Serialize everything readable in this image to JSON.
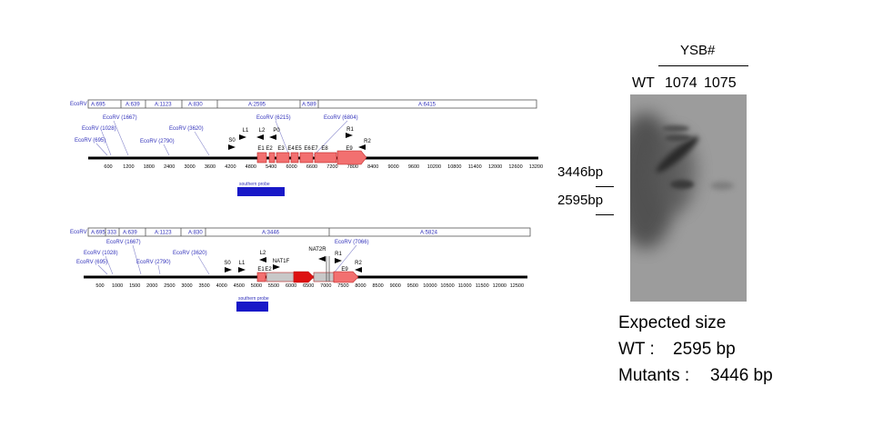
{
  "restriction_enzyme": "EcoRV",
  "wt_map": {
    "fragments": [
      "A:695",
      "A:639",
      "A:1123",
      "A:830",
      "A:2595",
      "A:589",
      "A:6415"
    ],
    "sites": [
      "EcoRV (1667)",
      "EcoRV (1028)",
      "EcoRV (695)",
      "EcoRV (2790)",
      "EcoRV (3620)",
      "EcoRV (6215)",
      "EcoRV (6804)"
    ],
    "features": [
      "S0",
      "L1",
      "L2",
      "P0",
      "E1",
      "E2",
      "E3",
      "E4",
      "E5",
      "E6",
      "E7",
      "E8",
      "E9",
      "R1",
      "R2"
    ],
    "scale": [
      "600",
      "1200",
      "1800",
      "2400",
      "3000",
      "3600",
      "4200",
      "4800",
      "5400",
      "6000",
      "6600",
      "7200",
      "7800",
      "8400",
      "9000",
      "9600",
      "10200",
      "10800",
      "11400",
      "12000",
      "12600",
      "13200"
    ],
    "probe": "southern probe"
  },
  "mut_map": {
    "fragments": [
      "A:695",
      "333",
      "A:639",
      "A:1123",
      "A:830",
      "A:3446",
      "A:5824"
    ],
    "sites": [
      "EcoRV (1667)",
      "EcoRV (1028)",
      "EcoRV (695)",
      "EcoRV (2790)",
      "EcoRV (3620)",
      "EcoRV (7066)"
    ],
    "features": [
      "L2",
      "S0",
      "L1",
      "NAT1F",
      "E1",
      "E2",
      "NAT2R",
      "R1",
      "E9",
      "R2"
    ],
    "scale": [
      "500",
      "1000",
      "1500",
      "2000",
      "2500",
      "3000",
      "3500",
      "4000",
      "4500",
      "5000",
      "5500",
      "6000",
      "6500",
      "7000",
      "7500",
      "8000",
      "8500",
      "9000",
      "9500",
      "10000",
      "10500",
      "11000",
      "11500",
      "12000",
      "12500"
    ],
    "probe": "southern probe"
  },
  "blot": {
    "group_label": "YSB#",
    "lanes": [
      "WT",
      "1074",
      "1075"
    ],
    "markers": [
      "3446bp",
      "2595bp"
    ]
  },
  "expected": {
    "title": "Expected size",
    "wt_label": "WT :",
    "wt_value": "2595 bp",
    "mut_label": "Mutants :",
    "mut_value": "3446 bp"
  }
}
